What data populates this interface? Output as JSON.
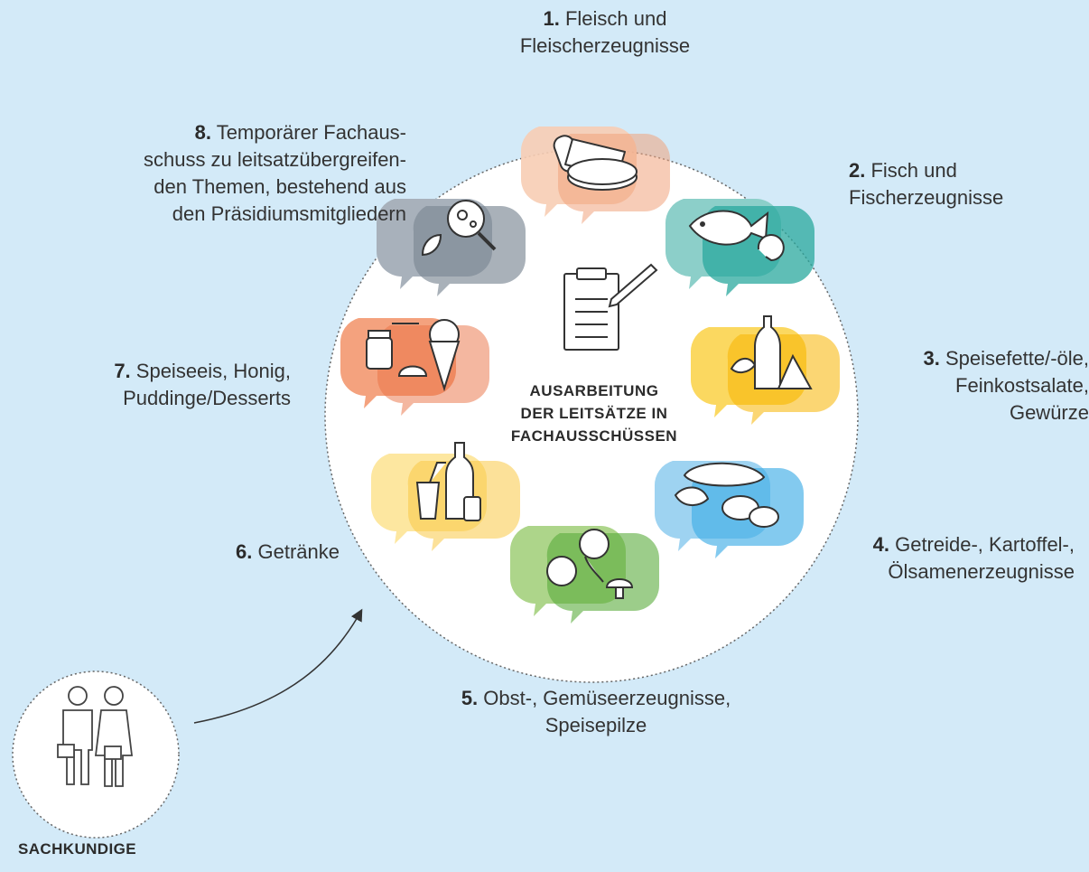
{
  "center": {
    "lines": [
      "AUSARBEITUNG",
      "DER LEITSÄTZE IN",
      "FACHAUSSCHÜSSEN"
    ],
    "icon": "clipboard-pencil-icon"
  },
  "experts": {
    "label": "SACHKUNDIGE",
    "icon": "two-people-icon"
  },
  "committees": [
    {
      "num": "1.",
      "lines": [
        " Fleisch und",
        "Fleischerzeugnisse"
      ],
      "icon": "meat-sausage-icon",
      "color": "#f6c4a8"
    },
    {
      "num": "2.",
      "lines": [
        " Fisch und",
        "Fischerzeugnisse"
      ],
      "icon": "fish-shrimp-icon",
      "color": "#35b5ad"
    },
    {
      "num": "3.",
      "lines": [
        " Speisefette/-öle,",
        "Feinkostsalate,",
        "Gewürze"
      ],
      "icon": "oil-bottle-spice-icon",
      "color": "#f9c623"
    },
    {
      "num": "4.",
      "lines": [
        " Getreide-, Kartoffel-,",
        "Ölsamenerzeugnisse"
      ],
      "icon": "bread-potato-icon",
      "color": "#56b8ea"
    },
    {
      "num": "5.",
      "lines": [
        " Obst-, Gemüseerzeugnisse,",
        "Speisepilze"
      ],
      "icon": "apple-cauliflower-mushroom-icon",
      "color": "#7cbc55"
    },
    {
      "num": "6.",
      "lines": [
        " Getränke"
      ],
      "icon": "drinks-bottle-can-icon",
      "color": "#fbd766"
    },
    {
      "num": "7.",
      "lines": [
        " Speiseeis, Honig,",
        "Puddinge/Desserts"
      ],
      "icon": "icecream-honey-pudding-icon",
      "color": "#ef8a5e"
    },
    {
      "num": "8.",
      "lines": [
        " Temporärer Fachaus-",
        "schuss zu leitsatzübergreifen-",
        "den Themen, bestehend aus",
        "den Präsidiumsmitgliedern"
      ],
      "icon": "magnifier-leaf-icon",
      "color": "#8f9aa6"
    }
  ]
}
